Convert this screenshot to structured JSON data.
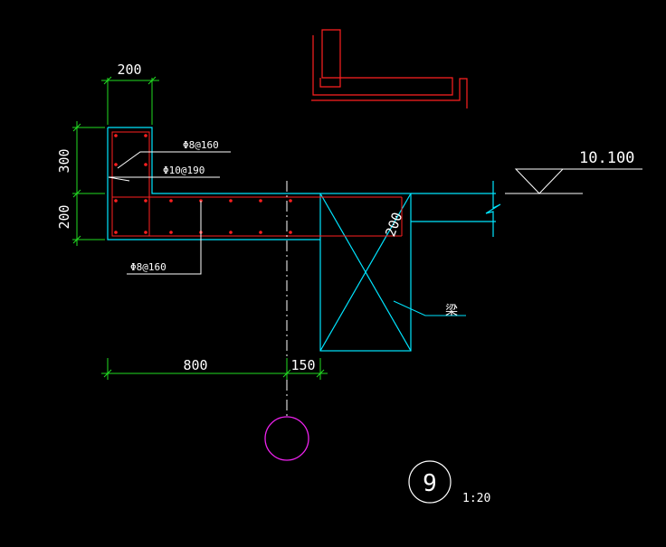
{
  "colors": {
    "background": "#000000",
    "structure": "#00e5ff",
    "rebar": "#ff2020",
    "dimension": "#22dd22",
    "text": "#ffffff",
    "axis_bubble": "#ee22ee"
  },
  "dimensions": {
    "top_width": "200",
    "upper_height": "300",
    "lower_height": "200",
    "span_800": "800",
    "span_150": "150",
    "beam_depth": "200"
  },
  "rebar_labels": {
    "upper_stirrup": "Φ8@160",
    "slab_bars": "Φ10@190",
    "lower_stirrup": "Φ8@160"
  },
  "elevation": "10.100",
  "beam_label": "梁",
  "detail": {
    "number": "9",
    "scale": "1:20"
  }
}
